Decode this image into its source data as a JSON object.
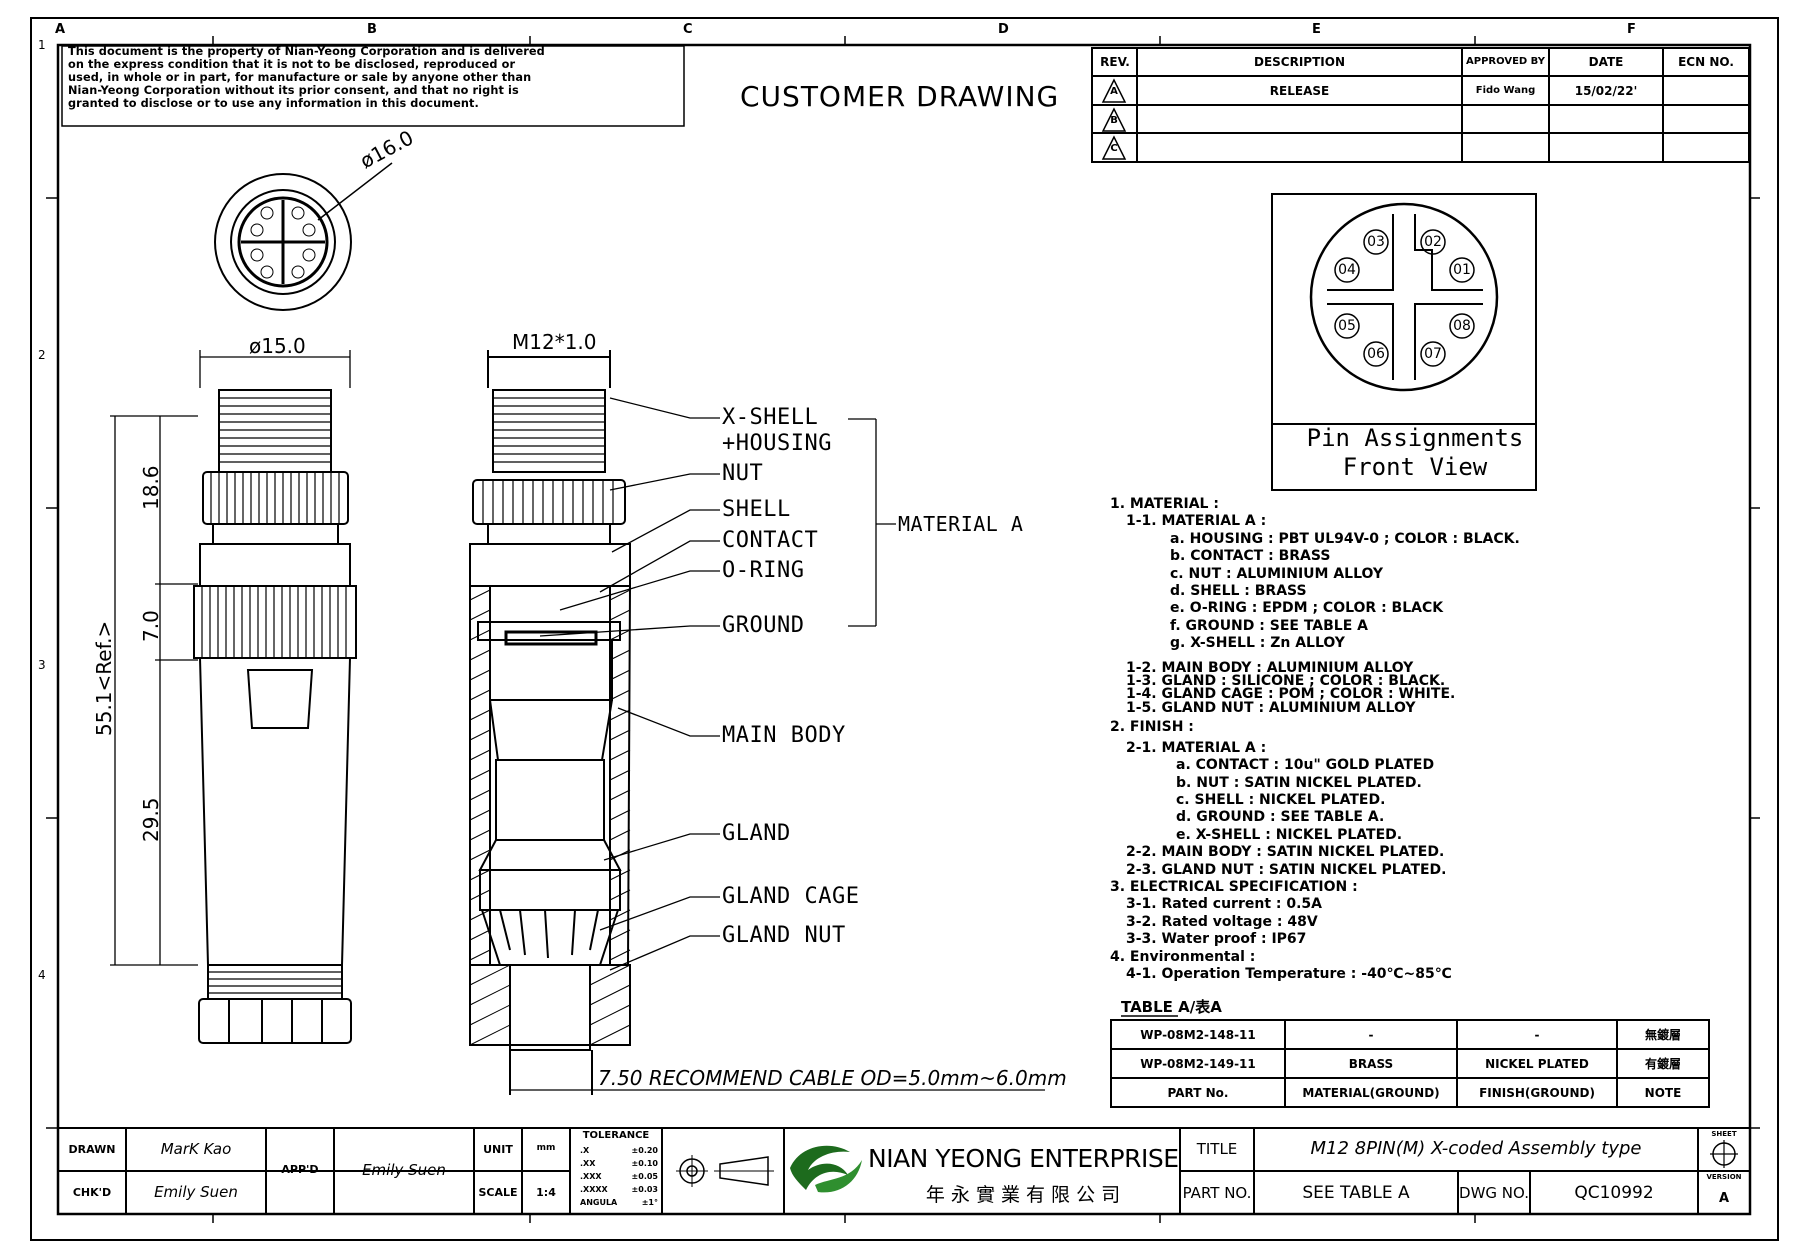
{
  "notice": [
    "This document is the property of Nian-Yeong Corporation and is delivered",
    "on  the  express condition that it is not to be disclosed, reproduced or",
    "used, in whole or in part, for manufacture or sale by anyone other than",
    "Nian-Yeong Corporation without  its prior consent, and that  no right  is",
    "granted to disclose or to use any information in this  document."
  ],
  "drawing_type": "CUSTOMER DRAWING",
  "zone_letters": [
    "A",
    "B",
    "C",
    "D",
    "E",
    "F"
  ],
  "zone_numbers": [
    "1",
    "2",
    "3",
    "4"
  ],
  "revision_table": {
    "headers": [
      "REV.",
      "DESCRIPTION",
      "APPROVED BY",
      "DATE",
      "ECN NO."
    ],
    "rows": [
      {
        "rev": "A",
        "description": "RELEASE",
        "approved_by": "Fido Wang",
        "date": "15/02/22'",
        "ecn": ""
      },
      {
        "rev": "B",
        "description": "",
        "approved_by": "",
        "date": "",
        "ecn": ""
      },
      {
        "rev": "C",
        "description": "",
        "approved_by": "",
        "date": "",
        "ecn": ""
      }
    ]
  },
  "pin_view": {
    "pins": [
      "03",
      "02",
      "04",
      "01",
      "05",
      "08",
      "06",
      "07"
    ],
    "caption_line1": "Pin Assignments",
    "caption_line2": "Front  View"
  },
  "dimensions": {
    "front_dia": "ø16.0",
    "body_dia": "ø15.0",
    "thread": "M12*1.0",
    "len_top": "18.6",
    "len_mid": "7.0",
    "len_bottom": "29.5",
    "len_total": "55.1<Ref.>",
    "cable_note": "7.50 RECOMMEND CABLE OD=5.0mm~6.0mm"
  },
  "callouts": {
    "x_shell_1": "X-SHELL",
    "x_shell_2": "+HOUSING",
    "nut": "NUT",
    "shell": "SHELL",
    "contact": "CONTACT",
    "o_ring": "O-RING",
    "ground": "GROUND",
    "material_a": "MATERIAL  A",
    "main_body": "MAIN  BODY",
    "gland": "GLAND",
    "gland_cage": "GLAND  CAGE",
    "gland_nut": "GLAND  NUT"
  },
  "spec_lines": [
    "1. MATERIAL :",
    "   1-1. MATERIAL  A :",
    "          a. HOUSING : PBT UL94V-0 ; COLOR : BLACK.",
    "          b. CONTACT : BRASS",
    "          c. NUT : ALUMINIUM ALLOY",
    "          d. SHELL : BRASS",
    "          e. O-RING : EPDM ; COLOR : BLACK",
    "          f. GROUND : SEE TABLE A",
    "          g. X-SHELL : Zn ALLOY",
    "   1-2. MAIN BODY : ALUMINIUM ALLOY",
    "   1-3. GLAND : SILICONE ; COLOR : BLACK.",
    "   1-4. GLAND CAGE : POM ; COLOR : WHITE.",
    "   1-5. GLAND NUT : ALUMINIUM ALLOY",
    "2. FINISH :",
    "   2-1. MATERIAL  A :",
    "          a. CONTACT : 10u\" GOLD PLATED",
    "          b. NUT : SATIN NICKEL PLATED.",
    "          c. SHELL : NICKEL PLATED.",
    "          d. GROUND : SEE TABLE A.",
    "          e. X-SHELL : NICKEL PLATED.",
    "   2-2. MAIN BODY : SATIN NICKEL PLATED.",
    "   2-3. GLAND NUT : SATIN NICKEL PLATED.",
    "3. ELECTRICAL SPECIFICATION :",
    "   3-1. Rated current : 0.5A",
    "   3-2. Rated voltage : 48V",
    "   3-3. Water proof : IP67",
    "4. Environmental :",
    "   4-1. Operation Temperature : -40℃~85℃"
  ],
  "table_a": {
    "title": "TABLE A/表A",
    "rows": [
      [
        "WP-08M2-148-11",
        "-",
        "-",
        "無鍍層"
      ],
      [
        "WP-08M2-149-11",
        "BRASS",
        "NICKEL PLATED",
        "有鍍層"
      ],
      [
        "PART No.",
        "MATERIAL(GROUND)",
        "FINISH(GROUND)",
        "NOTE"
      ]
    ]
  },
  "title_block": {
    "drawn_label": "DRAWN",
    "drawn_by": "MarK Kao",
    "checked_label": "CHK'D",
    "checked_by": "Emily Suen",
    "approved_label": "APP'D",
    "approved_by": "Emily Suen",
    "unit_label": "UNIT",
    "unit_value": "mm",
    "scale_label": "SCALE",
    "scale_value": "1:4",
    "tolerance_title": "TOLERANCE",
    "tolerances": [
      {
        "fmt": ".X",
        "val": "±0.20"
      },
      {
        "fmt": ".XX",
        "val": "±0.10"
      },
      {
        "fmt": ".XXX",
        "val": "±0.05"
      },
      {
        "fmt": ".XXXX",
        "val": "±0.03"
      },
      {
        "fmt": "ANGULA",
        "val": "±1°"
      }
    ],
    "company_en": "NIAN YEONG ENTERPRISE",
    "company_cn": "年 永 實 業 有 限 公 司",
    "title_label": "TITLE",
    "title_value": "M12 8PIN(M) X-coded Assembly type",
    "part_label": "PART NO.",
    "part_value": "SEE TABLE A",
    "dwg_label": "DWG NO.",
    "dwg_value": "QC10992",
    "sheet_label": "SHEET",
    "version_label": "VERSION",
    "version_value": "A"
  }
}
